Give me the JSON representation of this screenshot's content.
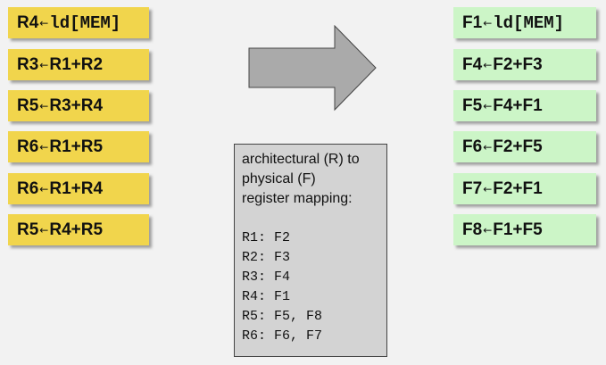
{
  "arrow_symbol": "←",
  "left_instructions": [
    {
      "dest": "R4",
      "parts": [
        {
          "t": "ld[MEM]",
          "mono": true
        }
      ]
    },
    {
      "dest": "R3",
      "parts": [
        {
          "t": "R1+R2",
          "mono": false
        }
      ]
    },
    {
      "dest": "R5",
      "parts": [
        {
          "t": "R3+R4",
          "mono": false
        }
      ]
    },
    {
      "dest": "R6",
      "parts": [
        {
          "t": "R1+R5",
          "mono": false
        }
      ]
    },
    {
      "dest": "R6",
      "parts": [
        {
          "t": "R1+R4",
          "mono": false
        }
      ]
    },
    {
      "dest": "R5",
      "parts": [
        {
          "t": "R4+R5",
          "mono": false
        }
      ]
    }
  ],
  "right_instructions": [
    {
      "dest": "F1",
      "parts": [
        {
          "t": "ld[MEM]",
          "mono": true
        }
      ]
    },
    {
      "dest": "F4",
      "parts": [
        {
          "t": "F2+F3",
          "mono": false
        }
      ]
    },
    {
      "dest": "F5",
      "parts": [
        {
          "t": "F4+F1",
          "mono": false
        }
      ]
    },
    {
      "dest": "F6",
      "parts": [
        {
          "t": "F2+F5",
          "mono": false
        }
      ]
    },
    {
      "dest": "F7",
      "parts": [
        {
          "t": "F2+F1",
          "mono": false
        }
      ]
    },
    {
      "dest": "F8",
      "parts": [
        {
          "t": "F1+F5",
          "mono": false
        }
      ]
    }
  ],
  "mapping_panel": {
    "title_lines": [
      "architectural (R) to",
      "physical (F)",
      "register mapping:"
    ],
    "rows": [
      "R1: F2",
      "R2: F3",
      "R3: F4",
      "R4: F1",
      "R5: F5, F8",
      "R6: F6, F7"
    ]
  },
  "colors": {
    "left_box": "#f1d54c",
    "right_box": "#ccf5c7",
    "arrow_fill": "#aaaaaa",
    "panel_bg": "#d3d3d3"
  }
}
